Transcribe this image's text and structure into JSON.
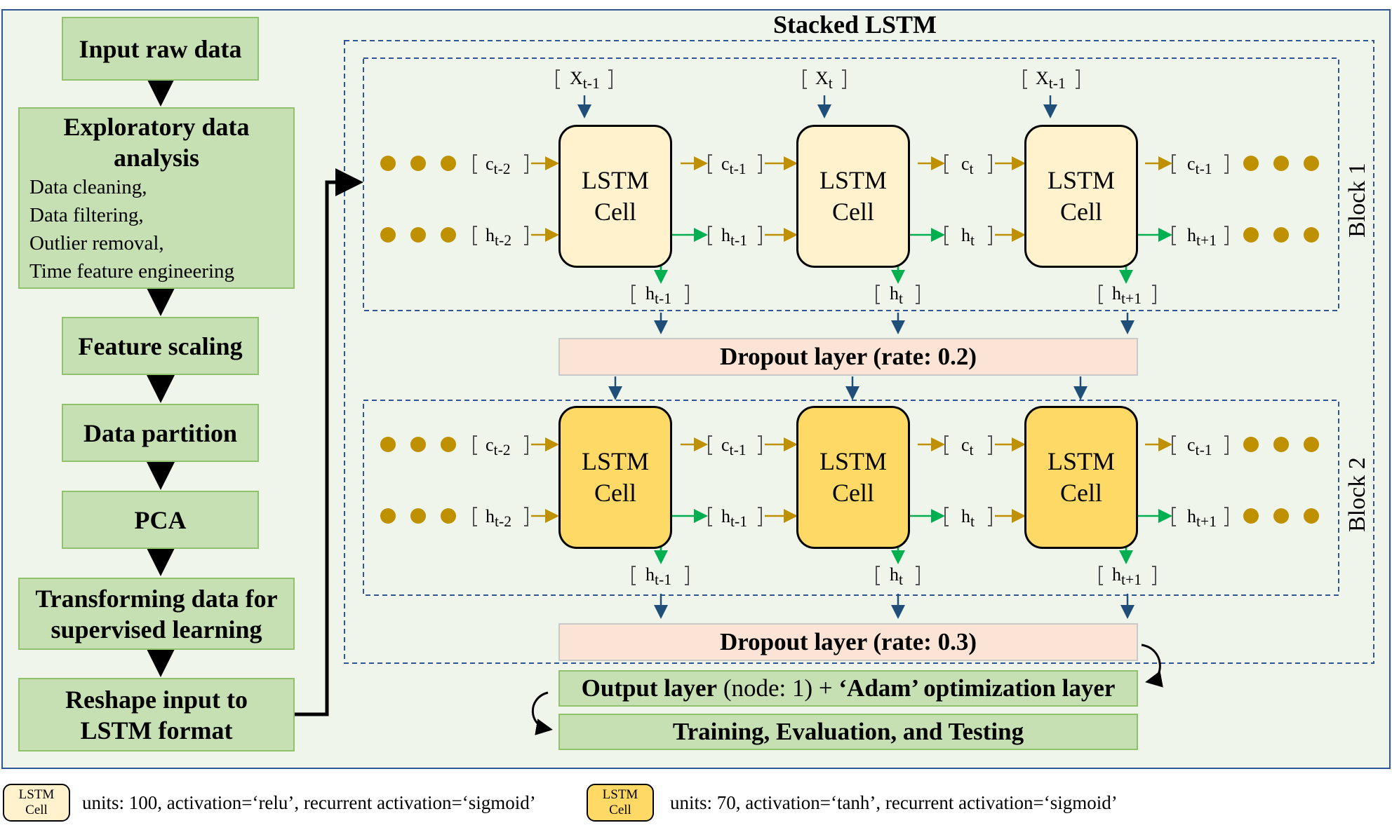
{
  "pipeline": {
    "input_raw_data": "Input raw data",
    "eda_title": "Exploratory data analysis",
    "eda_items": [
      "Data cleaning,",
      "Data filtering,",
      "Outlier removal,",
      "Time feature engineering"
    ],
    "feature_scaling": "Feature scaling",
    "data_partition": "Data partition",
    "pca": "PCA",
    "transforming": "Transforming data for supervised learning",
    "reshape": "Reshape input to LSTM format"
  },
  "stacked": {
    "title": "Stacked LSTM",
    "cell_line1": "LSTM",
    "cell_line2": "Cell",
    "block1_label": "Block 1",
    "block2_label": "Block 2",
    "dropout1": "Dropout layer (rate: 0.2)",
    "dropout2": "Dropout layer (rate: 0.3)",
    "output_bold1": "Output layer",
    "output_normal": " (node: 1) + ",
    "output_bold2": "‘Adam’ optimization layer",
    "training": "Training, Evaluation, and Testing"
  },
  "legend": {
    "box_line1": "LSTM",
    "box_line2": "Cell",
    "light_desc": "units: 100, activation=‘relu’, recurrent activation=‘sigmoid’",
    "dark_desc": "units: 70, activation=‘tanh’, recurrent activation=‘sigmoid’"
  },
  "colors": {
    "flow_box": "#c6e0b4",
    "cell_block1": "#fff2cc",
    "cell_block2": "#ffd966",
    "dropout": "#fbe4d5",
    "cell_state_arrow": "#bf9000",
    "hidden_arrow": "#00b050",
    "input_arrow": "#1f4e79"
  }
}
